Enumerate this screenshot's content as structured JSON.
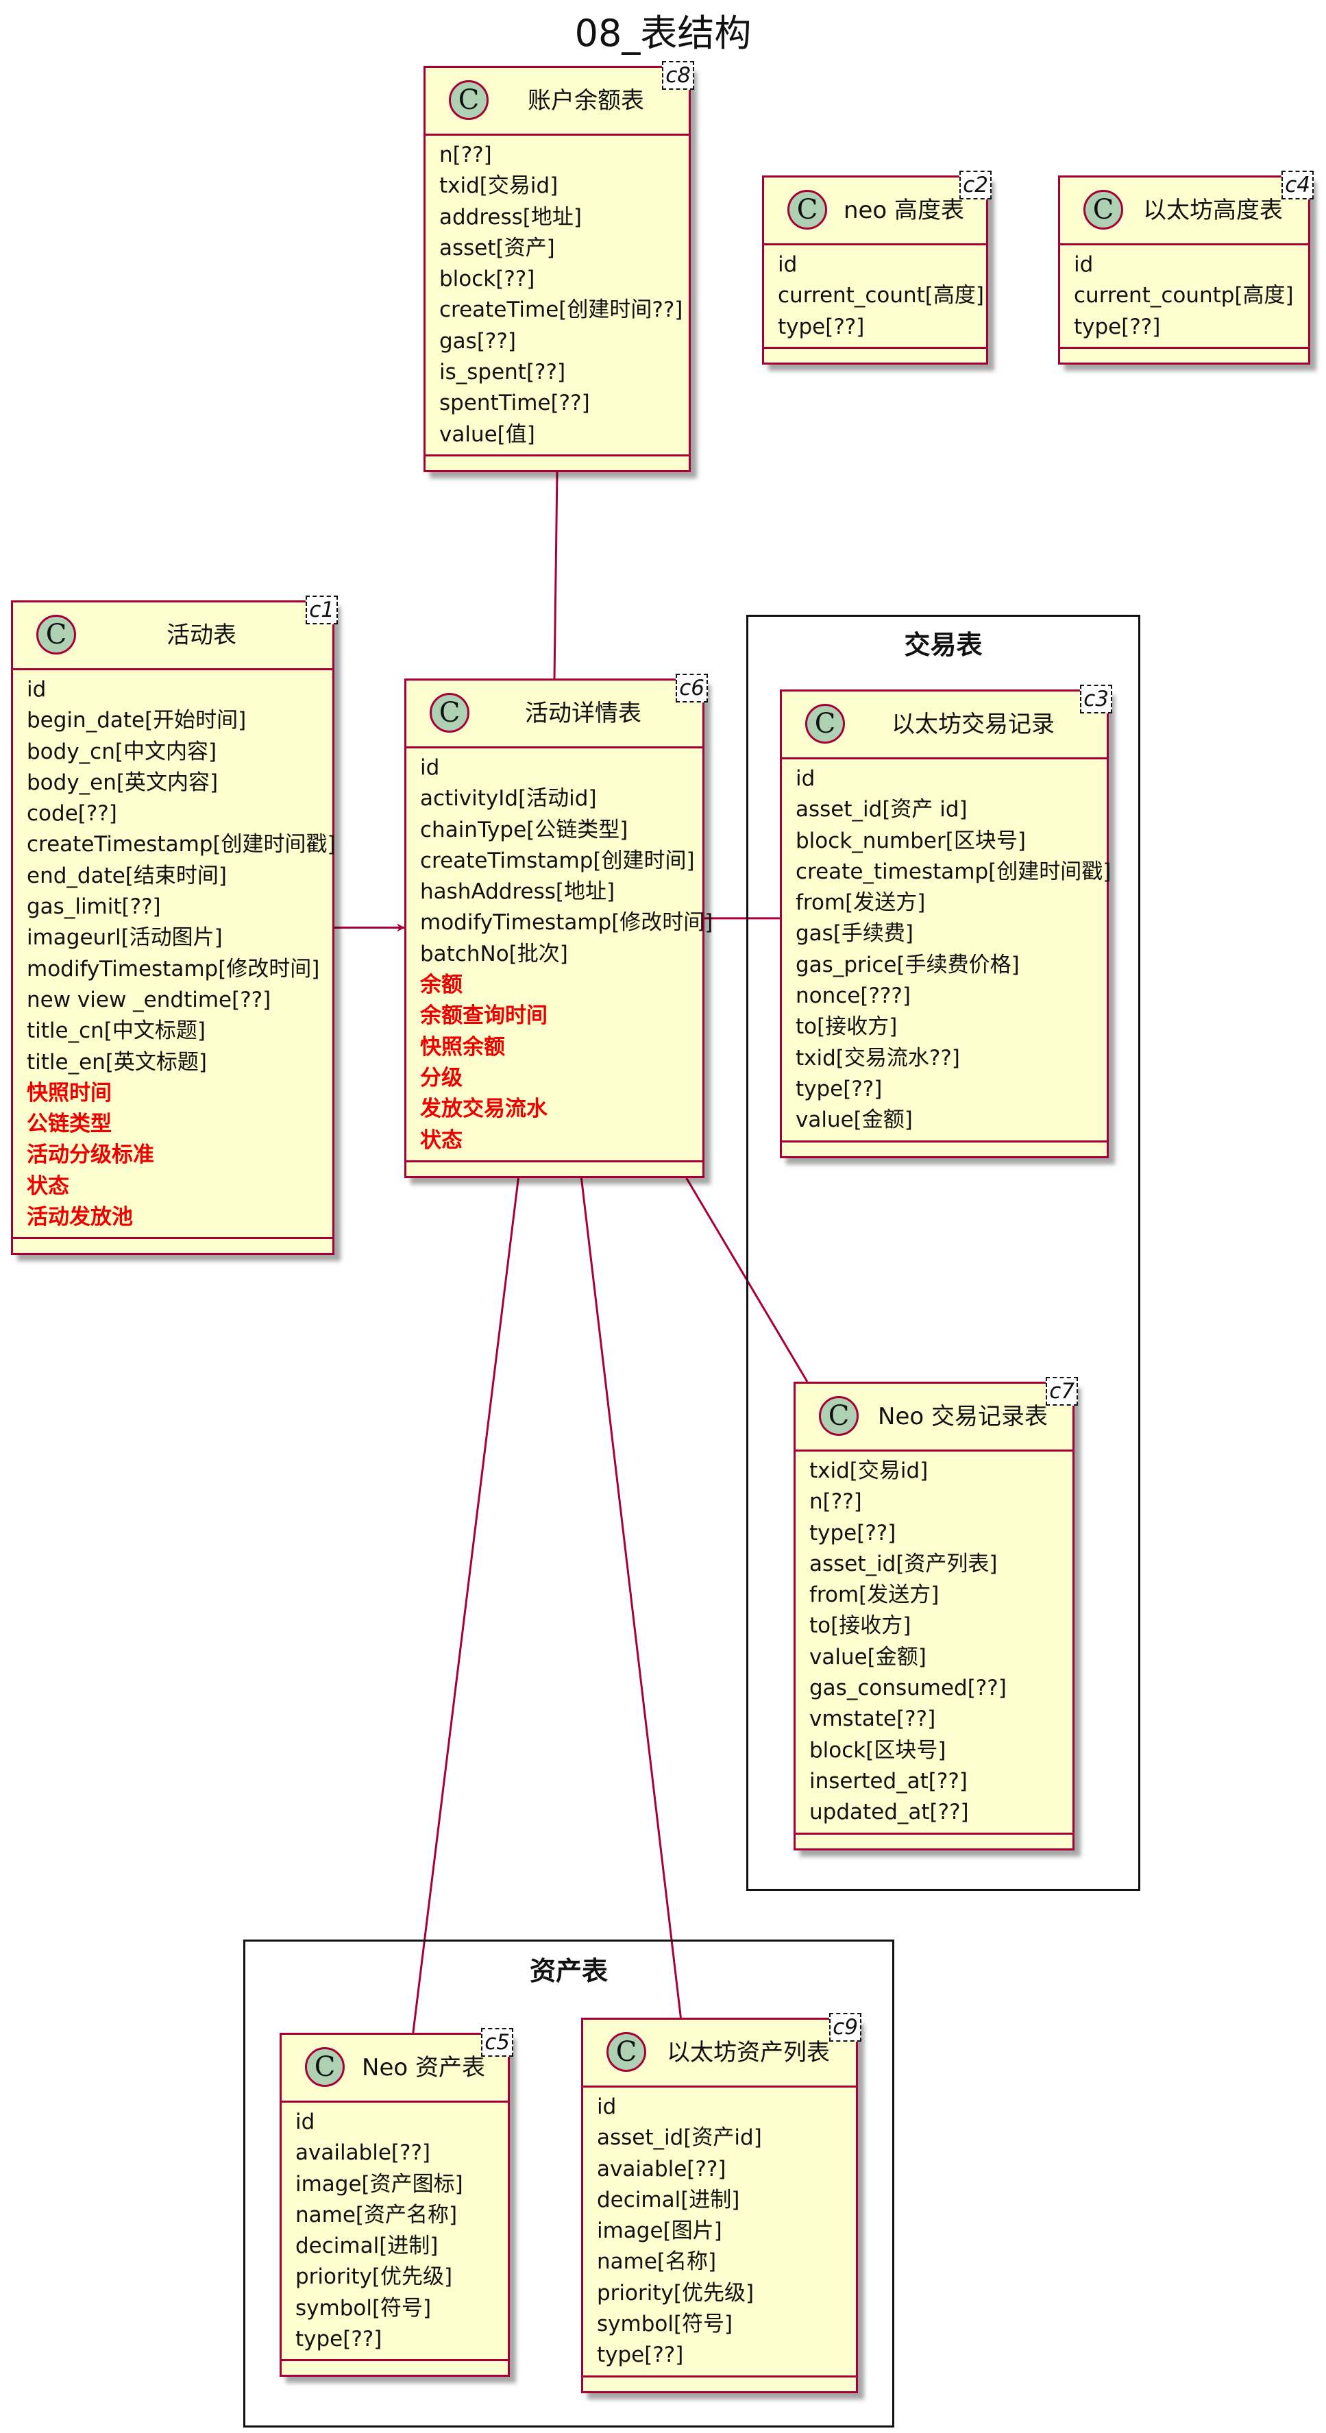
{
  "title": "08_表结构",
  "packages": [
    {
      "id": "trade",
      "name": "交易表"
    },
    {
      "id": "asset",
      "name": "资产表"
    }
  ],
  "classes": [
    {
      "id": "c8",
      "name": "账户余额表",
      "stereotype": "c8",
      "fields": [
        {
          "text": "n[??]"
        },
        {
          "text": "txid[交易id]"
        },
        {
          "text": "address[地址]"
        },
        {
          "text": "asset[资产]"
        },
        {
          "text": "block[??]"
        },
        {
          "text": "createTime[创建时间??]"
        },
        {
          "text": "gas[??]"
        },
        {
          "text": "is_spent[??]"
        },
        {
          "text": "spentTime[??]"
        },
        {
          "text": "value[值]"
        }
      ]
    },
    {
      "id": "c2",
      "name": "neo 高度表",
      "stereotype": "c2",
      "fields": [
        {
          "text": "id"
        },
        {
          "text": "current_count[高度]"
        },
        {
          "text": "type[??]"
        }
      ]
    },
    {
      "id": "c4",
      "name": "以太坊高度表",
      "stereotype": "c4",
      "fields": [
        {
          "text": "id"
        },
        {
          "text": "current_countp[高度]"
        },
        {
          "text": "type[??]"
        }
      ]
    },
    {
      "id": "c1",
      "name": "活动表",
      "stereotype": "c1",
      "fields": [
        {
          "text": "id"
        },
        {
          "text": "begin_date[开始时间]"
        },
        {
          "text": "body_cn[中文内容]"
        },
        {
          "text": "body_en[英文内容]"
        },
        {
          "text": "code[??]"
        },
        {
          "text": "createTimestamp[创建时间戳]"
        },
        {
          "text": "end_date[结束时间]"
        },
        {
          "text": "gas_limit[??]"
        },
        {
          "text": "imageurl[活动图片]"
        },
        {
          "text": "modifyTimestamp[修改时间]"
        },
        {
          "text": "new view _endtime[??]"
        },
        {
          "text": "title_cn[中文标题]"
        },
        {
          "text": "title_en[英文标题]"
        },
        {
          "text": "快照时间",
          "hl": true
        },
        {
          "text": "公链类型",
          "hl": true
        },
        {
          "text": "活动分级标准",
          "hl": true
        },
        {
          "text": "状态",
          "hl": true
        },
        {
          "text": "活动发放池",
          "hl": true
        }
      ]
    },
    {
      "id": "c6",
      "name": "活动详情表",
      "stereotype": "c6",
      "fields": [
        {
          "text": "id"
        },
        {
          "text": "activityId[活动id]"
        },
        {
          "text": "chainType[公链类型]"
        },
        {
          "text": "createTimstamp[创建时间]"
        },
        {
          "text": "hashAddress[地址]"
        },
        {
          "text": "modifyTimestamp[修改时间]"
        },
        {
          "text": "batchNo[批次]"
        },
        {
          "text": "余额",
          "hl": true
        },
        {
          "text": "余额查询时间",
          "hl": true
        },
        {
          "text": "快照余额",
          "hl": true
        },
        {
          "text": "分级",
          "hl": true
        },
        {
          "text": "发放交易流水",
          "hl": true
        },
        {
          "text": "状态",
          "hl": true
        }
      ]
    },
    {
      "id": "c3",
      "name": "以太坊交易记录",
      "stereotype": "c3",
      "fields": [
        {
          "text": "id"
        },
        {
          "text": "asset_id[资产 id]"
        },
        {
          "text": "block_number[区块号]"
        },
        {
          "text": "create_timestamp[创建时间戳]"
        },
        {
          "text": "from[发送方]"
        },
        {
          "text": "gas[手续费]"
        },
        {
          "text": "gas_price[手续费价格]"
        },
        {
          "text": "nonce[???]"
        },
        {
          "text": "to[接收方]"
        },
        {
          "text": "txid[交易流水??]"
        },
        {
          "text": "type[??]"
        },
        {
          "text": "value[金额]"
        }
      ]
    },
    {
      "id": "c7",
      "name": "Neo 交易记录表",
      "stereotype": "c7",
      "fields": [
        {
          "text": "txid[交易id]"
        },
        {
          "text": "n[??]"
        },
        {
          "text": "type[??]"
        },
        {
          "text": "asset_id[资产列表]"
        },
        {
          "text": "from[发送方]"
        },
        {
          "text": "to[接收方]"
        },
        {
          "text": "value[金额]"
        },
        {
          "text": "gas_consumed[??]"
        },
        {
          "text": "vmstate[??]"
        },
        {
          "text": "block[区块号]"
        },
        {
          "text": "inserted_at[??]"
        },
        {
          "text": "updated_at[??]"
        }
      ]
    },
    {
      "id": "c5",
      "name": "Neo 资产表",
      "stereotype": "c5",
      "fields": [
        {
          "text": "id"
        },
        {
          "text": "available[??]"
        },
        {
          "text": "image[资产图标]"
        },
        {
          "text": "name[资产名称]"
        },
        {
          "text": "decimal[进制]"
        },
        {
          "text": "priority[优先级]"
        },
        {
          "text": "symbol[符号]"
        },
        {
          "text": "type[??]"
        }
      ]
    },
    {
      "id": "c9",
      "name": "以太坊资产列表",
      "stereotype": "c9",
      "fields": [
        {
          "text": "id"
        },
        {
          "text": "asset_id[资产id]"
        },
        {
          "text": "avaiable[??]"
        },
        {
          "text": "decimal[进制]"
        },
        {
          "text": "image[图片]"
        },
        {
          "text": "name[名称]"
        },
        {
          "text": "priority[优先级]"
        },
        {
          "text": "symbol[符号]"
        },
        {
          "text": "type[??]"
        }
      ]
    }
  ],
  "links": [
    {
      "from": "c8",
      "to": "c6",
      "arrow": false
    },
    {
      "from": "c1",
      "to": "c6",
      "arrow": true
    },
    {
      "from": "c6",
      "to": "c3",
      "arrow": false
    },
    {
      "from": "c6",
      "to": "c7",
      "arrow": false
    },
    {
      "from": "c6",
      "to": "c5",
      "arrow": false
    },
    {
      "from": "c6",
      "to": "c9",
      "arrow": false
    }
  ]
}
